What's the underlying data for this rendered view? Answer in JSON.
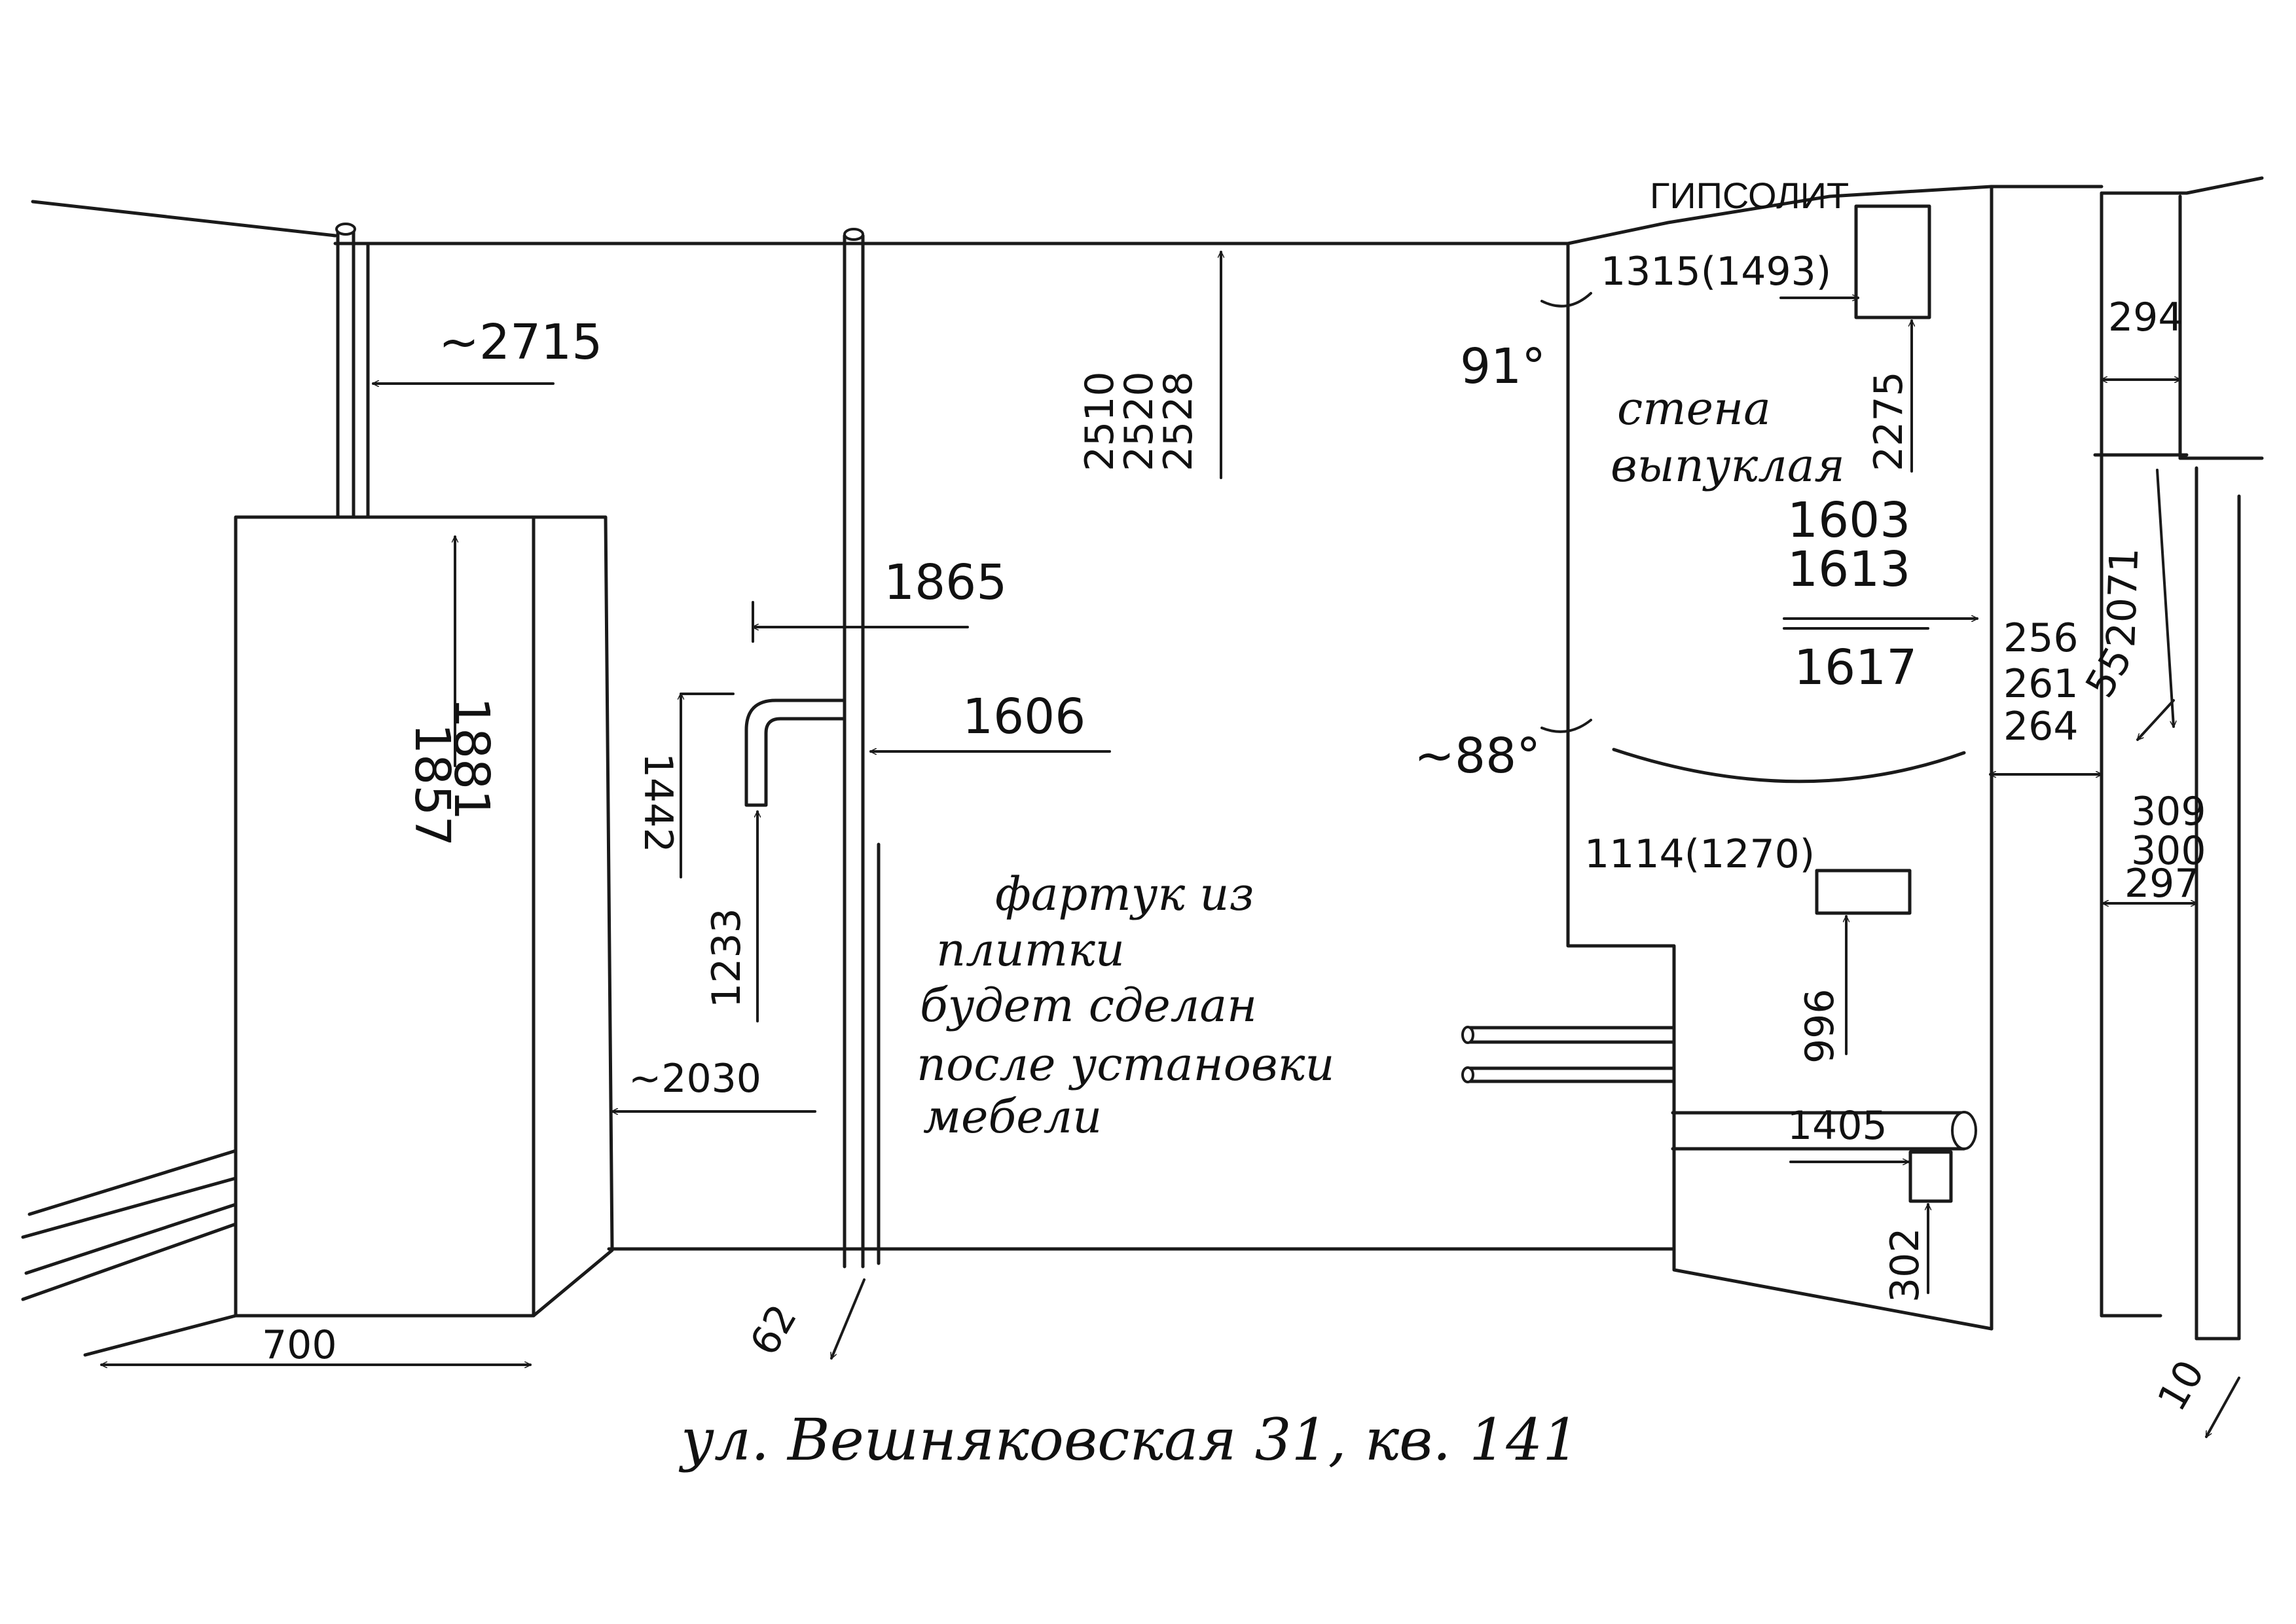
{
  "labels": {
    "gipsolit": "ГИПСОЛИТ",
    "wall_note_1": "стена",
    "wall_note_2": "выпуклая",
    "facade_note_1": "фартук из",
    "facade_note_2": "плитки",
    "facade_note_3": "будет сделан",
    "facade_note_4": "после установки",
    "facade_note_5": "мебели",
    "address": "ул. Вешняковская 31, кв. 141"
  },
  "dims": {
    "d2715": "~2715",
    "d1857": "1857",
    "d1881": "1881",
    "d700": "700",
    "d2030": "~2030",
    "d1442": "1442",
    "d1233": "1233",
    "d1865": "1865",
    "d1606": "1606",
    "d62": "62",
    "d2510": "2510",
    "d2520": "2520",
    "d2528": "2528",
    "d1315": "1315(1493)",
    "a91": "91°",
    "d2275": "2275",
    "d1603": "1603",
    "d1613": "1613",
    "d1617": "1617",
    "a88": "~88°",
    "d1114": "1114(1270)",
    "d996": "996",
    "d1405": "1405",
    "d302": "302",
    "d256": "256",
    "d261": "261",
    "d264": "264",
    "d294": "294",
    "d2071": "2071",
    "d55": "55",
    "d309": "309",
    "d300": "300",
    "d297": "297",
    "d10": "10"
  }
}
